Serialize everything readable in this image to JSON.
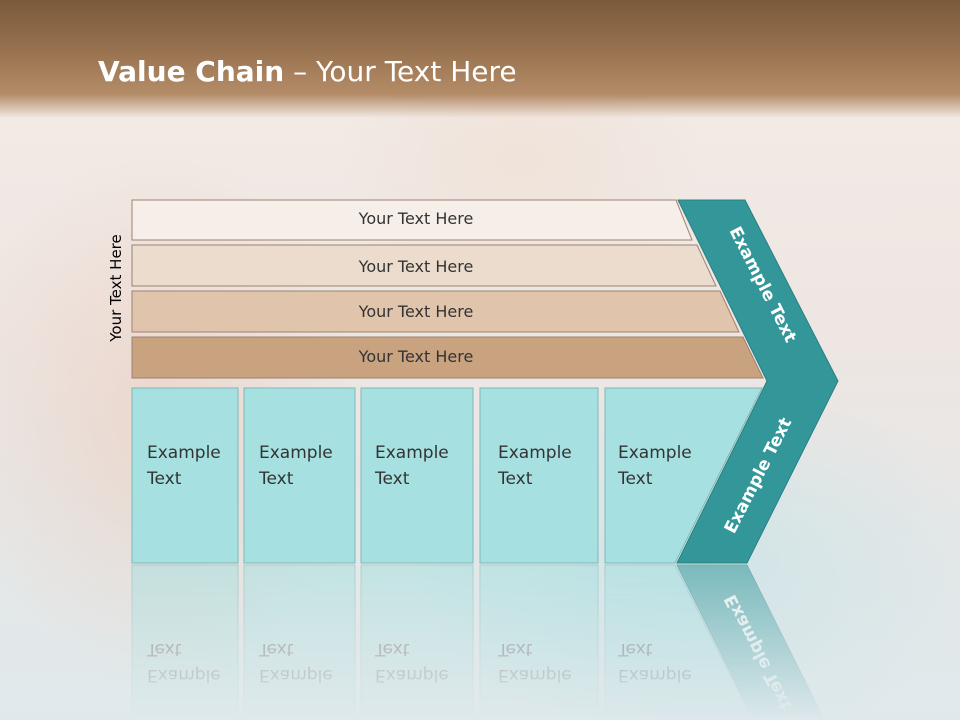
{
  "title": {
    "bold": "Value Chain",
    "rest": " – Your Text Here"
  },
  "side_label": "Your Text Here",
  "bars": [
    {
      "label": "Your Text Here",
      "color": "#f5eee9"
    },
    {
      "label": "Your Text Here",
      "color": "#ecdccd"
    },
    {
      "label": "Your Text Here",
      "color": "#e1c4ac"
    },
    {
      "label": "Your Text Here",
      "color": "#c9a27f"
    }
  ],
  "boxes": [
    {
      "line1": "Example",
      "line2": "Text"
    },
    {
      "line1": "Example",
      "line2": "Text"
    },
    {
      "line1": "Example",
      "line2": "Text"
    },
    {
      "line1": "Example",
      "line2": "Text"
    },
    {
      "line1": "Example",
      "line2": "Text"
    }
  ],
  "arrow": {
    "upper_label": "Example Text",
    "lower_label": "Example Text"
  },
  "colors": {
    "box_fill": "#a6e0e0",
    "arrow_fill": "#33979a",
    "arrow_stroke": "#2a7f82"
  }
}
